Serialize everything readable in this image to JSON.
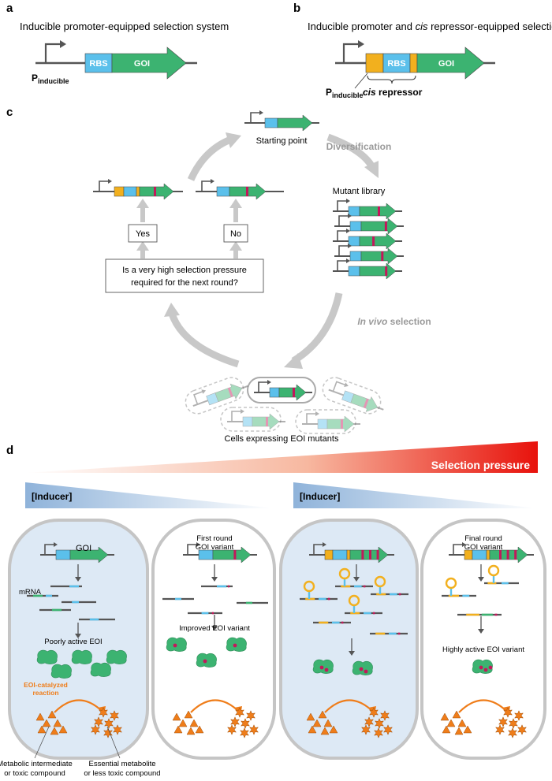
{
  "panel_a": {
    "letter": "a",
    "title": "Inducible promoter-equipped selection system",
    "rbs": "RBS",
    "goi": "GOI",
    "promoter": "P",
    "promoter_sub": "inducible"
  },
  "panel_b": {
    "letter": "b",
    "title_pre": "Inducible promoter and ",
    "title_cis": "cis",
    "title_post": " repressor-equipped selection system",
    "rbs": "RBS",
    "goi": "GOI",
    "promoter": "P",
    "promoter_sub": "inducible",
    "repressor_cis": "cis",
    "repressor_rest": " repressor"
  },
  "panel_c": {
    "letter": "c",
    "starting_point": "Starting point",
    "diversification": "Diversification",
    "mutant_library": "Mutant library",
    "in_vivo": "In vivo",
    "selection": " selection",
    "cells_label": "Cells expressing EOI mutants",
    "yes": "Yes",
    "no": "No",
    "question_line1": "Is a very high selection pressure",
    "question_line2": "required for the next round?"
  },
  "panel_d": {
    "letter": "d",
    "selection_pressure": "Selection pressure",
    "inducer_1": "[Inducer]",
    "inducer_2": "[Inducer]",
    "cell1": {
      "goi": "GOI",
      "mrna": "mRNA",
      "enzyme": "Poorly active EOI",
      "reaction_line1": "EOI-catalyzed",
      "reaction_line2": "reaction",
      "substrate_line1": "Metabolic intermediate",
      "substrate_line2": "or toxic compound",
      "product_line1": "Essential metabolite",
      "product_line2": "or less toxic compound"
    },
    "cell2": {
      "title_line1": "First round",
      "title_line2": "GOI variant",
      "enzyme": "Improved EOI variant"
    },
    "cell4": {
      "title_line1": "Final round",
      "title_line2": "GOI variant",
      "enzyme": "Highly active EOI variant"
    }
  },
  "colors": {
    "rbs": "#5bc0eb",
    "goi": "#3cb371",
    "repressor": "#f2b01e",
    "mutation": "#c2185b",
    "arrow_grey": "#c8c8c8",
    "cell_fill": "#dde9f5",
    "reaction": "#ef7d1a"
  }
}
